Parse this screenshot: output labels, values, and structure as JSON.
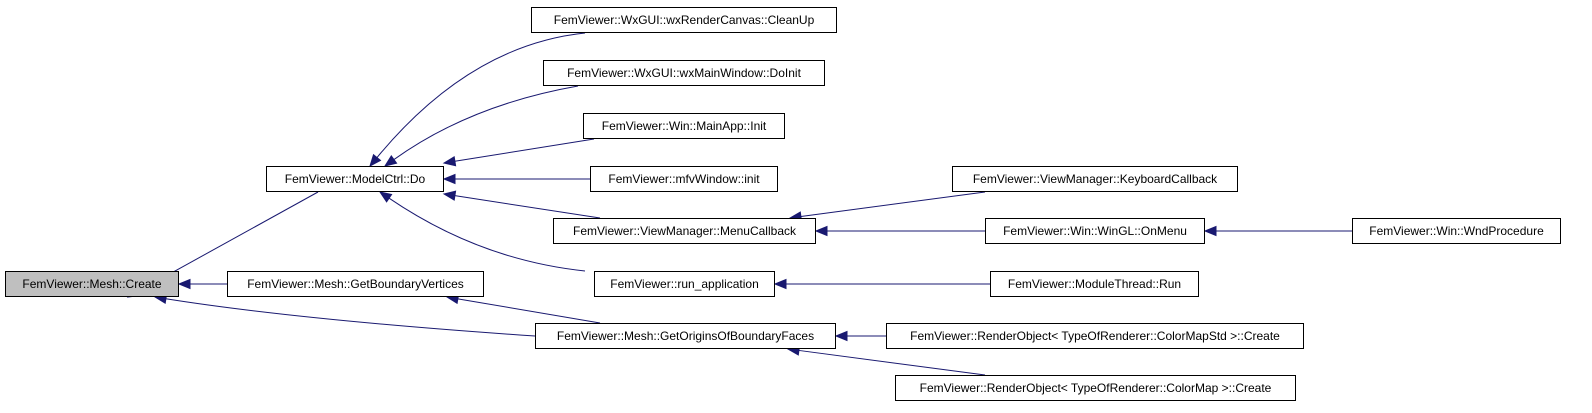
{
  "graph": {
    "edge_color": "#191970",
    "root_fill": "#bfbfbf",
    "nodes": {
      "mesh_create": {
        "label": "FemViewer::Mesh::Create"
      },
      "model_ctrl_do": {
        "label": "FemViewer::ModelCtrl::Do"
      },
      "get_boundary_vertices": {
        "label": "FemViewer::Mesh::GetBoundaryVertices"
      },
      "get_origins_of_boundary_faces": {
        "label": "FemViewer::Mesh::GetOriginsOfBoundaryFaces"
      },
      "render_canvas_cleanup": {
        "label": "FemViewer::WxGUI::wxRenderCanvas::CleanUp"
      },
      "main_window_doinit": {
        "label": "FemViewer::WxGUI::wxMainWindow::DoInit"
      },
      "main_app_init": {
        "label": "FemViewer::Win::MainApp::Init"
      },
      "mfv_window_init": {
        "label": "FemViewer::mfvWindow::init"
      },
      "menu_callback": {
        "label": "FemViewer::ViewManager::MenuCallback"
      },
      "run_application": {
        "label": "FemViewer::run_application"
      },
      "keyboard_callback": {
        "label": "FemViewer::ViewManager::KeyboardCallback"
      },
      "wingl_onmenu": {
        "label": "FemViewer::Win::WinGL::OnMenu"
      },
      "wnd_procedure": {
        "label": "FemViewer::Win::WndProcedure"
      },
      "module_thread_run": {
        "label": "FemViewer::ModuleThread::Run"
      },
      "render_object_colormapstd_create": {
        "label": "FemViewer::RenderObject< TypeOfRenderer::ColorMapStd >::Create"
      },
      "render_object_colormap_create": {
        "label": "FemViewer::RenderObject< TypeOfRenderer::ColorMap >::Create"
      }
    },
    "edges": [
      {
        "from": "model_ctrl_do",
        "to": "mesh_create"
      },
      {
        "from": "get_boundary_vertices",
        "to": "mesh_create"
      },
      {
        "from": "get_origins_of_boundary_faces",
        "to": "mesh_create"
      },
      {
        "from": "render_canvas_cleanup",
        "to": "model_ctrl_do"
      },
      {
        "from": "main_window_doinit",
        "to": "model_ctrl_do"
      },
      {
        "from": "main_app_init",
        "to": "model_ctrl_do"
      },
      {
        "from": "mfv_window_init",
        "to": "model_ctrl_do"
      },
      {
        "from": "menu_callback",
        "to": "model_ctrl_do"
      },
      {
        "from": "run_application",
        "to": "model_ctrl_do"
      },
      {
        "from": "get_origins_of_boundary_faces",
        "to": "get_boundary_vertices"
      },
      {
        "from": "keyboard_callback",
        "to": "menu_callback"
      },
      {
        "from": "wingl_onmenu",
        "to": "menu_callback"
      },
      {
        "from": "wnd_procedure",
        "to": "wingl_onmenu"
      },
      {
        "from": "module_thread_run",
        "to": "run_application"
      },
      {
        "from": "render_object_colormapstd_create",
        "to": "get_origins_of_boundary_faces"
      },
      {
        "from": "render_object_colormap_create",
        "to": "get_origins_of_boundary_faces"
      }
    ]
  }
}
